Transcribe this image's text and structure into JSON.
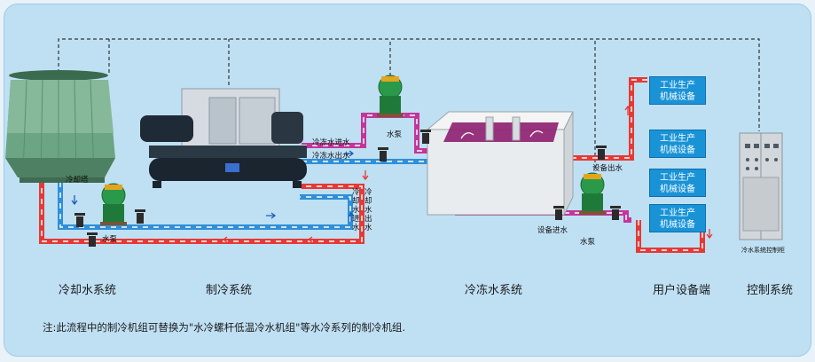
{
  "labels": {
    "cooling_tower": "冷却塔",
    "pump": "水泵",
    "chilled_water_in": "冷冻水进水",
    "chilled_water_out": "冷冻水出水",
    "cooling_water_in": "冷却水进水",
    "cooling_water_out": "冷却水出水",
    "equipment_outlet": "设备出水",
    "equipment_inlet": "设备进水",
    "control_cabinet": "冷水系统控制柜"
  },
  "equipment_boxes": [
    {
      "line1": "工业生产",
      "line2": "机械设备"
    },
    {
      "line1": "工业生产",
      "line2": "机械设备"
    },
    {
      "line1": "工业生产",
      "line2": "机械设备"
    },
    {
      "line1": "工业生产",
      "line2": "机械设备"
    }
  ],
  "sections": [
    {
      "label": "冷却水系统"
    },
    {
      "label": "制冷系统"
    },
    {
      "label": "冷冻水系统"
    },
    {
      "label": "用户设备端"
    },
    {
      "label": "控制系统"
    }
  ],
  "note": "注:此流程中的制冷机组可替换为\"水冷螺杆低温冷水机组\"等水冷系列的制冷机组.",
  "colors": {
    "hot_pipe": "#e53935",
    "cold_pipe": "#2f8fd8",
    "chilled_pipe": "#c2369b",
    "control_line": "#333333",
    "panel": "#bfe0f3",
    "equipment_box": "#1a93d6"
  }
}
